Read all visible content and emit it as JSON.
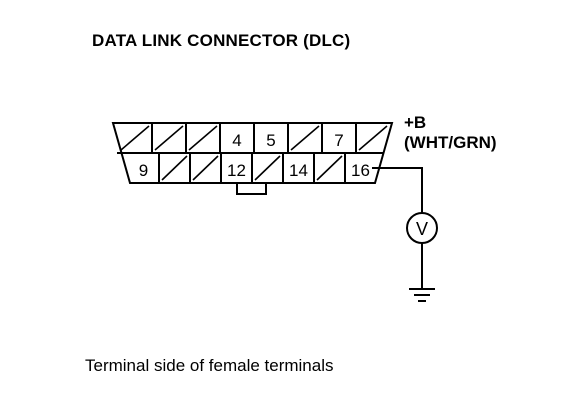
{
  "title": "DATA LINK CONNECTOR (DLC)",
  "caption": "Terminal side of female terminals",
  "voltage_label": {
    "symbol": "+B",
    "wire_color": "(WHT/GRN)"
  },
  "meter": {
    "symbol": "V"
  },
  "connector": {
    "top_row": [
      "",
      "",
      "",
      "4",
      "5",
      "",
      "7",
      ""
    ],
    "bottom_row": [
      "9",
      "",
      "",
      "12",
      "",
      "14",
      "",
      "16"
    ]
  }
}
